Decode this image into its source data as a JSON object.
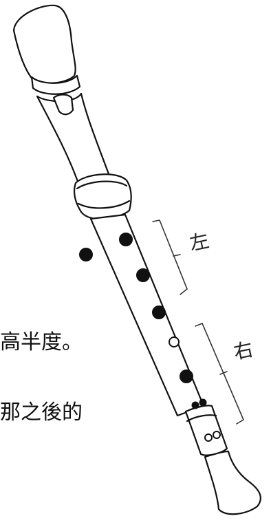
{
  "background_text": {
    "line1": "高半度。",
    "line2": "那之後的"
  },
  "labels": {
    "left_hand": "左",
    "right_hand": "右"
  },
  "colors": {
    "ink": "#111111",
    "background": "#ffffff"
  }
}
